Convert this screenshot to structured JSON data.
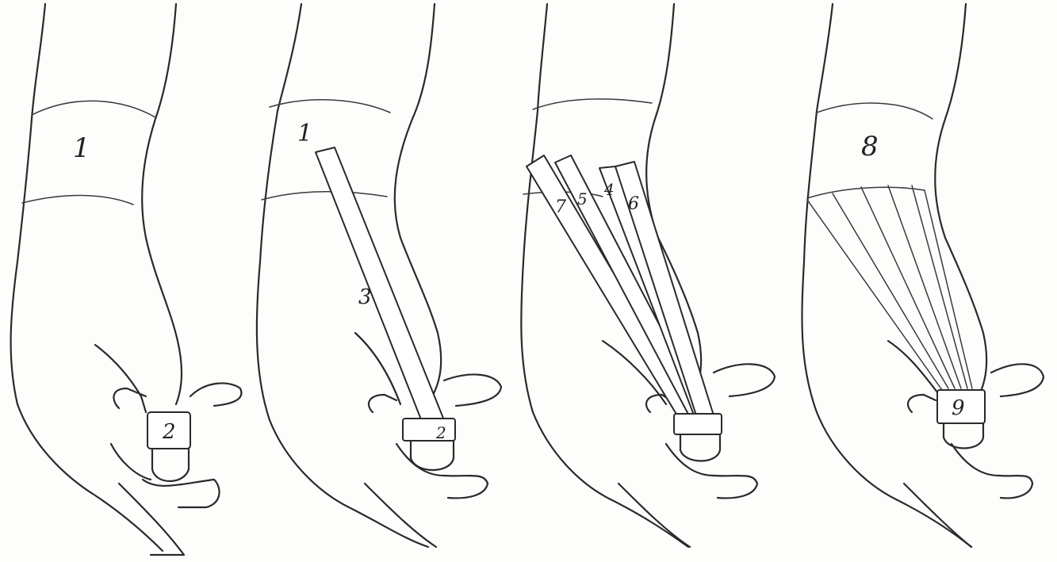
{
  "panels": [
    {
      "id": 1,
      "labels": [
        {
          "key": "anchor",
          "text": "1"
        },
        {
          "key": "finger",
          "text": "2"
        }
      ]
    },
    {
      "id": 2,
      "labels": [
        {
          "key": "anchor",
          "text": "1"
        },
        {
          "key": "strip",
          "text": "3"
        },
        {
          "key": "finger",
          "text": "2"
        }
      ]
    },
    {
      "id": 3,
      "labels": [
        {
          "key": "s7",
          "text": "7"
        },
        {
          "key": "s5",
          "text": "5"
        },
        {
          "key": "s4",
          "text": "4"
        },
        {
          "key": "s6",
          "text": "6"
        }
      ]
    },
    {
      "id": 4,
      "labels": [
        {
          "key": "anchor",
          "text": "8"
        },
        {
          "key": "finger",
          "text": "9"
        }
      ]
    }
  ]
}
